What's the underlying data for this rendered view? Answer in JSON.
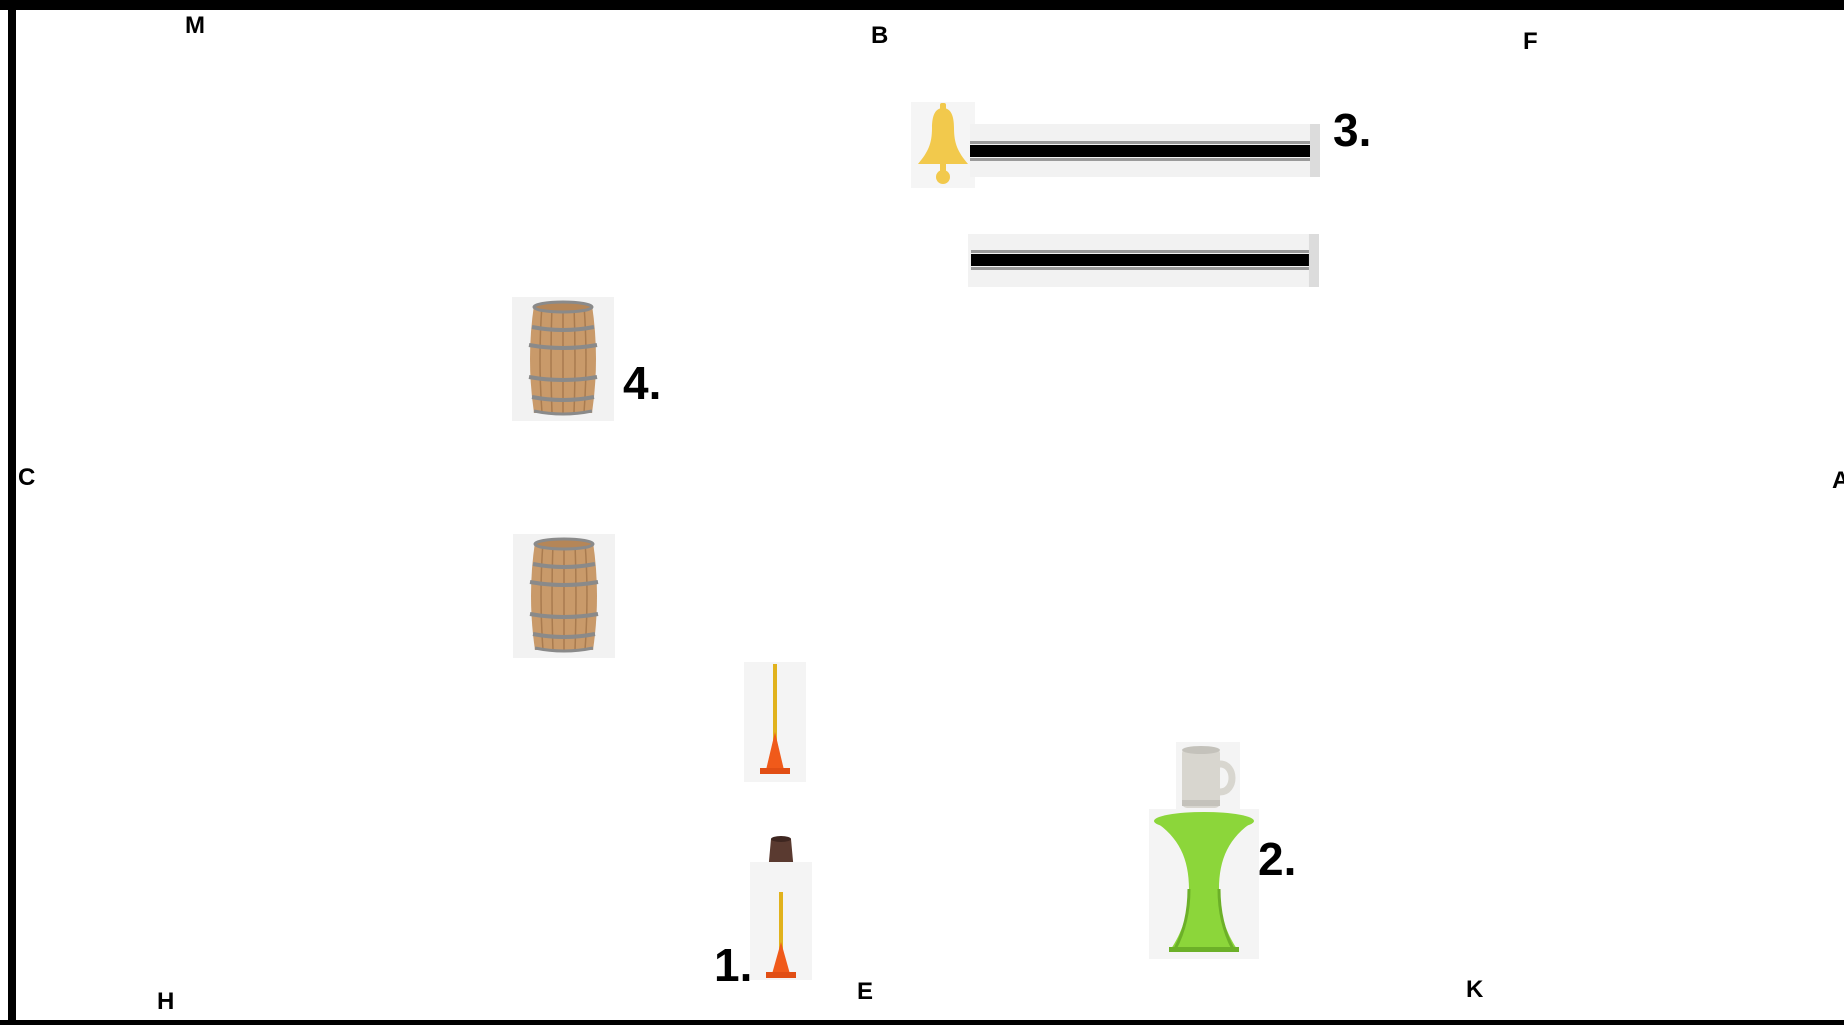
{
  "corner_letters": {
    "M": "M",
    "B": "B",
    "F": "F",
    "C": "C",
    "A": "A",
    "H": "H",
    "E": "E",
    "K": "K"
  },
  "station_numbers": {
    "one": "1.",
    "two": "2.",
    "three": "3.",
    "four": "4."
  },
  "colors": {
    "frame": "#000000",
    "bell": "#f2c94c",
    "cone": "#f05a1a",
    "pole": "#e1b21c",
    "table": "#8cd63a",
    "barrel_wood": "#c99a6a",
    "barrel_hoop": "#8a8a8a",
    "mug": "#d8d6cf",
    "cup": "#5a3a30"
  },
  "icons": {
    "bell": "bell-icon",
    "bar": "balance-beam-icon",
    "barrel": "barrel-icon",
    "cone_pole": "cone-with-pole-icon",
    "cup": "cup-icon",
    "mug": "beer-mug-icon",
    "table": "high-table-icon"
  }
}
